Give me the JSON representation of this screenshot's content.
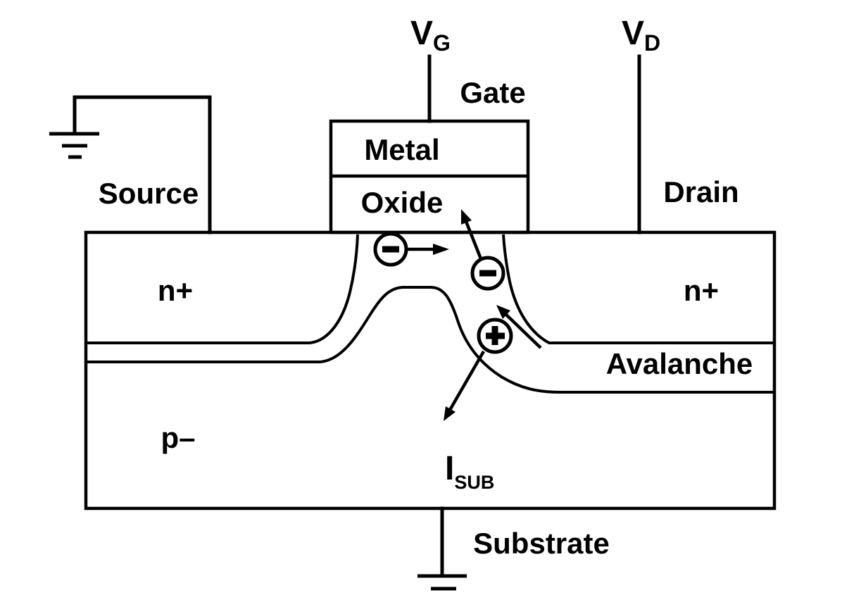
{
  "figure": {
    "background": "#ffffff",
    "ink": "#000000",
    "terminals": {
      "gate_voltage": {
        "symbol": "V",
        "subscript": "G"
      },
      "drain_voltage": {
        "symbol": "V",
        "subscript": "D"
      },
      "gate": "Gate",
      "source": "Source",
      "drain": "Drain",
      "substrate": "Substrate"
    },
    "gate_stack": {
      "metal": "Metal",
      "oxide": "Oxide"
    },
    "regions": {
      "source_diffusion": "n+",
      "drain_diffusion": "n+",
      "body": "p–",
      "avalanche": "Avalanche"
    },
    "substrate_current": {
      "symbol": "I",
      "subscript": "SUB"
    },
    "charge_symbols": {
      "electron": "−",
      "hole": "+"
    }
  }
}
